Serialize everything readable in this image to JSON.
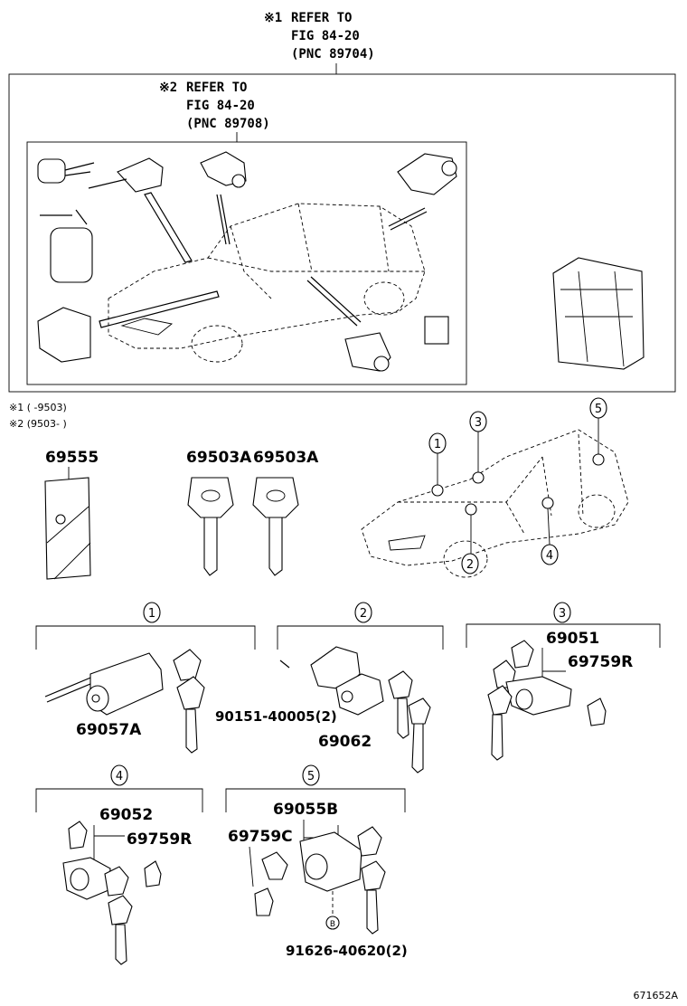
{
  "refs": {
    "ref1": {
      "mark": "※1",
      "line1": "REFER TO",
      "line2": "FIG 84-20",
      "line3": "(PNC 89704)"
    },
    "ref2": {
      "mark": "※2",
      "line1": "REFER TO",
      "line2": "FIG 84-20",
      "line3": "(PNC 89708)"
    }
  },
  "notes": {
    "note1": "※1 (     -9503)",
    "note2": "※2 (9503-     )"
  },
  "parts": {
    "p69555": "69555",
    "p69503A_1": "69503A",
    "p69503A_2": "69503A",
    "p69057A": "69057A",
    "p90151": "90151-40005(2)",
    "p69062": "69062",
    "p69051": "69051",
    "p69759R_1": "69759R",
    "p69052": "69052",
    "p69759R_2": "69759R",
    "p69055B": "69055B",
    "p69759C": "69759C",
    "p91626": "91626-40620(2)"
  },
  "callouts": {
    "c1": "1",
    "c2": "2",
    "c3": "3",
    "c4": "4",
    "c5": "5",
    "s1": "1",
    "s2": "2",
    "s3": "3",
    "s4": "4",
    "s5": "5",
    "b": "B"
  },
  "footer": {
    "figure_id": "671652A"
  }
}
